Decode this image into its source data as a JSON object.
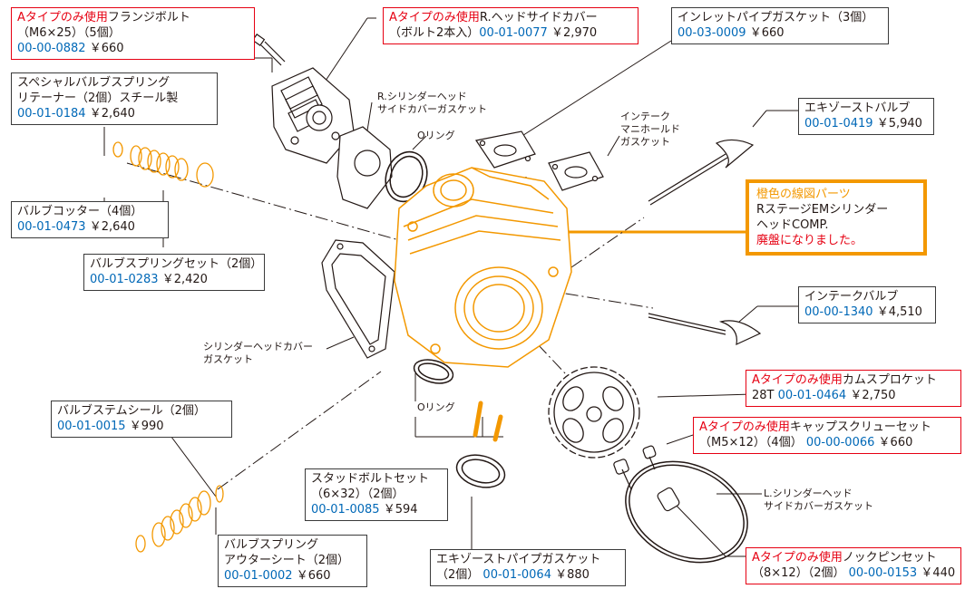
{
  "parts": {
    "flange_bolt": {
      "prefix": "Aタイプのみ使用",
      "name": "フランジボルト",
      "spec": "（M6×25）（5個）",
      "code": "00-00-0882",
      "price": "￥660"
    },
    "r_cover": {
      "prefix": "Aタイプのみ使用",
      "name": "R.ヘッドサイドカバー",
      "spec": "（ボルト2本入）",
      "code": "00-01-0077",
      "price": "￥2,970"
    },
    "inlet_gasket": {
      "name": "インレットパイプガスケット（3個）",
      "code": "00-03-0009",
      "price": "￥660"
    },
    "retainer": {
      "name1": "スペシャルバルブスプリング",
      "name2": "リテーナー（2個）スチール製",
      "code": "00-01-0184",
      "price": "￥2,640"
    },
    "exhaust_valve": {
      "name": "エキゾーストバルブ",
      "code": "00-01-0419",
      "price": "￥5,940"
    },
    "cotter": {
      "name": "バルブコッター（4個）",
      "code": "00-01-0473",
      "price": "￥2,640"
    },
    "spring_set": {
      "name": "バルブスプリングセット（2個）",
      "code": "00-01-0283",
      "price": "￥2,420"
    },
    "intake_valve": {
      "name": "インテークバルブ",
      "code": "00-00-1340",
      "price": "￥4,510"
    },
    "cam_sprocket": {
      "prefix": "Aタイプのみ使用",
      "name": "カムスプロケット",
      "spec": "28T",
      "code": "00-01-0464",
      "price": "￥2,750"
    },
    "cap_screw": {
      "prefix": "Aタイプのみ使用",
      "name": "キャップスクリューセット",
      "spec": "（M5×12）（4個）",
      "code": "00-00-0066",
      "price": "￥660"
    },
    "stem_seal": {
      "name": "バルブステムシール（2個）",
      "code": "00-01-0015",
      "price": "￥990"
    },
    "stud_bolt": {
      "name": "スタッドボルトセット",
      "spec": "（6×32）（2個）",
      "code": "00-01-0085",
      "price": "￥594"
    },
    "outer_seat": {
      "name1": "バルブスプリング",
      "name2": "アウターシート（2個）",
      "code": "00-01-0002",
      "price": "￥660"
    },
    "exhaust_gasket": {
      "name": "エキゾーストパイプガスケット",
      "spec": "（2個）",
      "code": "00-01-0064",
      "price": "￥880"
    },
    "knock_pin": {
      "prefix": "Aタイプのみ使用",
      "name": "ノックピンセット",
      "spec": "（8×12）（2個）",
      "code": "00-00-0153",
      "price": "￥440"
    }
  },
  "head_note": {
    "title": "橙色の線図パーツ",
    "line1": "RステージEMシリンダー",
    "line2": "ヘッドCOMP.",
    "status": "廃盤になりました。"
  },
  "labels": {
    "r_gasket_1": "R.シリンダーヘッド",
    "r_gasket_2": "サイドカバーガスケット",
    "o_ring_top": "Oリング",
    "intake_gasket_1": "インテーク",
    "intake_gasket_2": "マニホールド",
    "intake_gasket_3": "ガスケット",
    "head_cover_gasket_1": "シリンダーヘッドカバー",
    "head_cover_gasket_2": "ガスケット",
    "o_ring_bottom": "Oリング",
    "l_gasket_1": "L.シリンダーヘッド",
    "l_gasket_2": "サイドカバーガスケット"
  },
  "colors": {
    "accent_red": "#e60012",
    "code_blue": "#0068b7",
    "orange": "#f39800"
  }
}
